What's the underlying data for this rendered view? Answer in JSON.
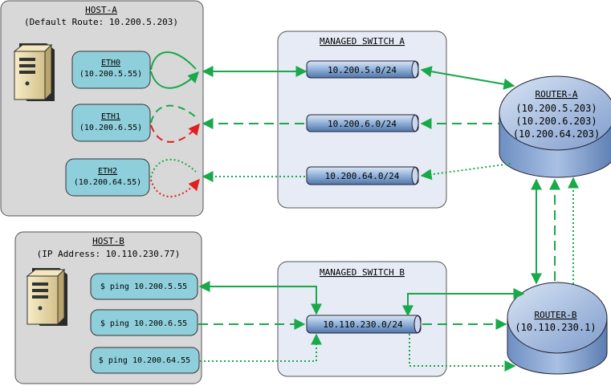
{
  "host_a": {
    "title": "HOST-A",
    "subtitle": "(Default Route: 10.200.5.203)",
    "interfaces": [
      {
        "name": "ETH0",
        "ip": "(10.200.5.55)"
      },
      {
        "name": "ETH1",
        "ip": "(10.200.6.55)"
      },
      {
        "name": "ETH2",
        "ip": "(10.200.64.55)"
      }
    ]
  },
  "host_b": {
    "title": "HOST-B",
    "subtitle": "(IP Address: 10.110.230.77)",
    "commands": [
      "$ ping 10.200.5.55",
      "$ ping 10.200.6.55",
      "$ ping 10.200.64.55"
    ]
  },
  "switch_a": {
    "title": "MANAGED SWITCH A",
    "subnets": [
      "10.200.5.0/24",
      "10.200.6.0/24",
      "10.200.64.0/24"
    ]
  },
  "switch_b": {
    "title": "MANAGED SWITCH B",
    "subnets": [
      "10.110.230.0/24"
    ]
  },
  "router_a": {
    "title": "ROUTER-A",
    "ips": [
      "(10.200.5.203)",
      "(10.200.6.203)",
      "(10.200.64.203)"
    ]
  },
  "router_b": {
    "title": "ROUTER-B",
    "ips": [
      "(10.110.230.1)"
    ]
  },
  "colors": {
    "link": "#19a84a",
    "return_fail": "#e02020",
    "host_panel": "#d8d8d8",
    "switch_panel": "#e6ebf5",
    "interface_box": "#8fcfdc",
    "router": "#9db8de"
  },
  "icons": [
    "server-icon-a",
    "server-icon-b"
  ]
}
